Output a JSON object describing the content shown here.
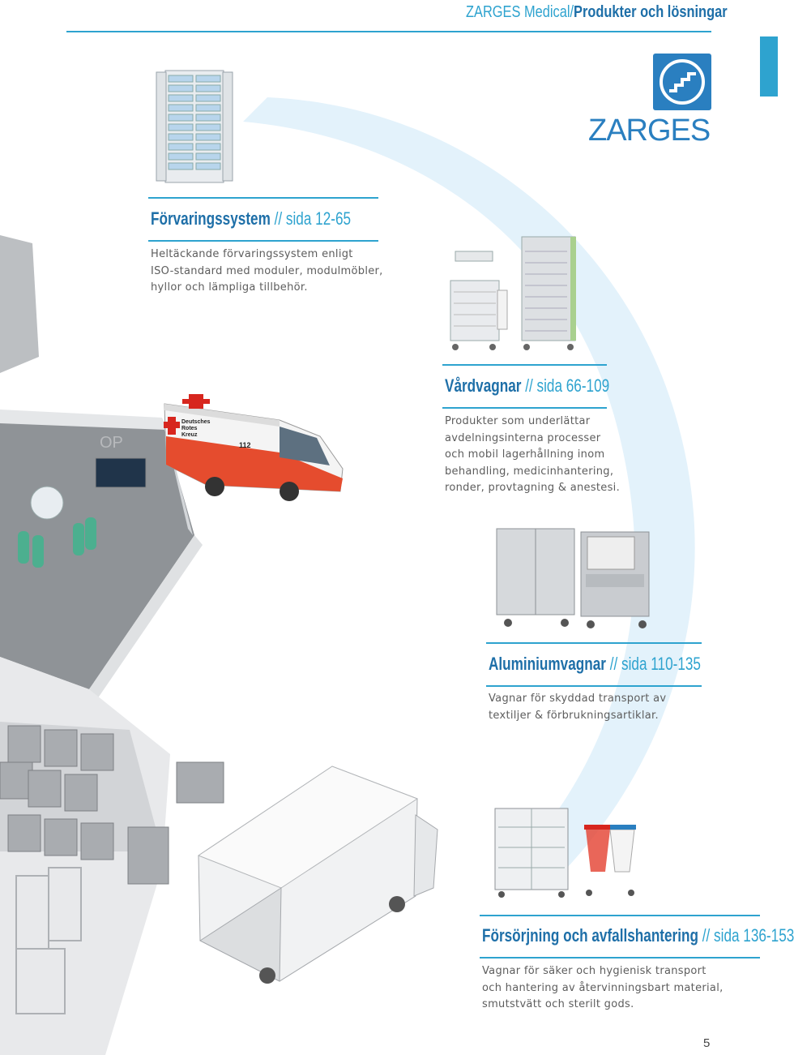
{
  "header": {
    "brand": "ZARGES Medical/",
    "section": "Produkter och lösningar"
  },
  "logo": {
    "wordmark": "ZARGES"
  },
  "illustration": {
    "op_sign": "OP",
    "ambulance_lettering": "Deutsches Rotes Kreuz",
    "ambulance_number": "112"
  },
  "sections": [
    {
      "name": "Förvaringssystem",
      "separator": " // ",
      "pages": "sida 12-65",
      "lines": [
        "Heltäckande förvaringssystem enligt",
        "ISO-standard med moduler, modulmöbler,",
        "hyllor och lämpliga tillbehör."
      ]
    },
    {
      "name": "Vårdvagnar",
      "separator": " // ",
      "pages": "sida 66-109",
      "lines": [
        "Produkter som underlättar",
        "avdelningsinterna processer",
        "och mobil lagerhållning inom",
        "behandling, medicinhantering,",
        "ronder, provtagning & anestesi."
      ]
    },
    {
      "name": "Aluminiumvagnar",
      "separator": " // ",
      "pages": "sida 110-135",
      "lines": [
        "Vagnar för skyddad transport av",
        "textiljer & förbrukningsartiklar."
      ]
    },
    {
      "name": "Försörjning och avfallshantering",
      "separator": " // ",
      "pages": "sida 136-153",
      "lines": [
        "Vagnar för säker och hygienisk transport",
        "och hantering av återvinningsbart material,",
        "smutstvätt och sterilt gods."
      ]
    }
  ],
  "page_number": "5",
  "colors": {
    "accent": "#2ea3cf",
    "title": "#1e6fa8",
    "body_text": "#5d5d5d",
    "flow_band": "#e3f2fb",
    "red_cross": "#d7261e"
  }
}
